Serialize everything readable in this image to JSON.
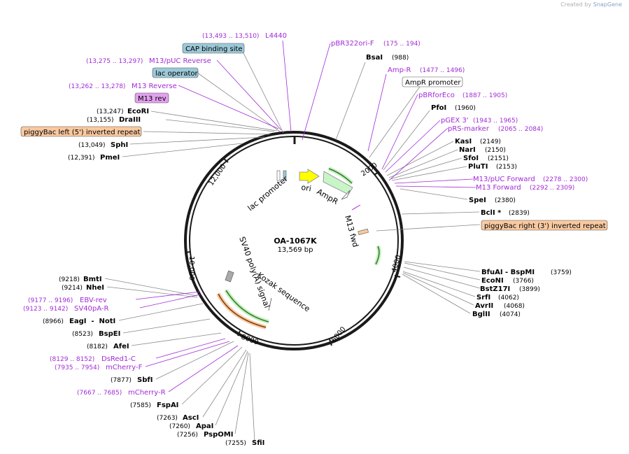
{
  "credit": {
    "prefix": "Created by",
    "brand": "SnapGene"
  },
  "plasmid": {
    "name": "OA-1067K",
    "size_label": "13,569 bp",
    "length": 13569
  },
  "colors": {
    "enzyme": "#000000",
    "primer": "#a12bd6",
    "feature_blue": "#9cc9d8",
    "feature_orange": "#f9c9a0",
    "feature_purple": "#e3a0ef",
    "feature_green": "#c8f0c0"
  },
  "ticks": [
    "2000",
    "4000",
    "6000",
    "8000",
    "10,000",
    "12,000"
  ],
  "inner_labels": [
    "lac promoter",
    "ori",
    "AmpR",
    "M13 fwd",
    "SV40 poly(A) signal",
    "Kozak sequence"
  ],
  "left_labels": [
    {
      "coord": "(13,493 .. 13,510)",
      "name": "L4440",
      "kind": "primer"
    },
    {
      "name": "CAP binding site",
      "kind": "box_blue"
    },
    {
      "coord": "(13,275 .. 13,297)",
      "name": "M13/pUC Reverse",
      "kind": "primer"
    },
    {
      "name": "lac operator",
      "kind": "box_blue"
    },
    {
      "coord": "(13,262 .. 13,278)",
      "name": "M13 Reverse",
      "kind": "primer"
    },
    {
      "name": "M13 rev",
      "kind": "box_purple"
    },
    {
      "coord": "(13,247)",
      "name": "EcoRI",
      "kind": "enzyme"
    },
    {
      "coord": "(13,155)",
      "name": "DraIII",
      "kind": "enzyme"
    },
    {
      "name": "piggyBac left (5') inverted repeat",
      "kind": "box_orange"
    },
    {
      "coord": "(13,049)",
      "name": "SphI",
      "kind": "enzyme"
    },
    {
      "coord": "(12,391)",
      "name": "PmeI",
      "kind": "enzyme"
    }
  ],
  "right_labels": [
    {
      "coord": "(175 .. 194)",
      "name": "pBR322ori-F",
      "kind": "primer"
    },
    {
      "coord": "(988)",
      "name": "BsaI",
      "kind": "enzyme"
    },
    {
      "coord": "(1477 .. 1496)",
      "name": "Amp-R",
      "kind": "primer"
    },
    {
      "name": "AmpR promoter",
      "kind": "box_white"
    },
    {
      "coord": "(1887 .. 1905)",
      "name": "pBRforEco",
      "kind": "primer"
    },
    {
      "coord": "(1960)",
      "name": "PfoI",
      "kind": "enzyme"
    },
    {
      "coord": "(1943 .. 1965)",
      "name": "pGEX 3'",
      "kind": "primer"
    },
    {
      "coord": "(2065 .. 2084)",
      "name": "pRS-marker",
      "kind": "primer"
    },
    {
      "coord": "(2149)",
      "name": "KasI",
      "kind": "enzyme"
    },
    {
      "coord": "(2150)",
      "name": "NarI",
      "kind": "enzyme"
    },
    {
      "coord": "(2151)",
      "name": "SfoI",
      "kind": "enzyme"
    },
    {
      "coord": "(2153)",
      "name": "PluTI",
      "kind": "enzyme"
    },
    {
      "coord": "(2278 .. 2300)",
      "name": "M13/pUC Forward",
      "kind": "primer"
    },
    {
      "coord": "(2292 .. 2309)",
      "name": "M13 Forward",
      "kind": "primer"
    },
    {
      "coord": "(2380)",
      "name": "SpeI",
      "kind": "enzyme"
    },
    {
      "coord": "(2839)",
      "name": "BclI *",
      "kind": "enzyme"
    },
    {
      "name": "piggyBac right (3') inverted repeat",
      "kind": "box_orange"
    },
    {
      "coord": "(3759)",
      "name": "BfuAI  -  BspMI",
      "kind": "enzyme"
    },
    {
      "coord": "(3766)",
      "name": "EcoNI",
      "kind": "enzyme"
    },
    {
      "coord": "(3899)",
      "name": "BstZ17I",
      "kind": "enzyme"
    },
    {
      "coord": "(4062)",
      "name": "SrfI",
      "kind": "enzyme"
    },
    {
      "coord": "(4068)",
      "name": "AvrII",
      "kind": "enzyme"
    },
    {
      "coord": "(4074)",
      "name": "BglII",
      "kind": "enzyme"
    }
  ],
  "bottom_labels": [
    {
      "coord": "(9218)",
      "name": "BmtI",
      "kind": "enzyme"
    },
    {
      "coord": "(9214)",
      "name": "NheI",
      "kind": "enzyme"
    },
    {
      "coord": "(9177 .. 9196)",
      "name": "EBV-rev",
      "kind": "primer"
    },
    {
      "coord": "(9123 .. 9142)",
      "name": "SV40pA-R",
      "kind": "primer"
    },
    {
      "coord": "(8966)",
      "name": "EagI  -  NotI",
      "kind": "enzyme"
    },
    {
      "coord": "(8523)",
      "name": "BspEI",
      "kind": "enzyme"
    },
    {
      "coord": "(8182)",
      "name": "AfeI",
      "kind": "enzyme"
    },
    {
      "coord": "(8129 .. 8152)",
      "name": "DsRed1-C",
      "kind": "primer"
    },
    {
      "coord": "(7935 .. 7954)",
      "name": "mCherry-F",
      "kind": "primer"
    },
    {
      "coord": "(7877)",
      "name": "SbfI",
      "kind": "enzyme"
    },
    {
      "coord": "(7667 .. 7685)",
      "name": "mCherry-R",
      "kind": "primer"
    },
    {
      "coord": "(7585)",
      "name": "FspAI",
      "kind": "enzyme"
    },
    {
      "coord": "(7263)",
      "name": "AscI",
      "kind": "enzyme"
    },
    {
      "coord": "(7260)",
      "name": "ApaI",
      "kind": "enzyme"
    },
    {
      "coord": "(7256)",
      "name": "PspOMI",
      "kind": "enzyme"
    },
    {
      "coord": "(7255)",
      "name": "SfiI",
      "kind": "enzyme"
    }
  ]
}
